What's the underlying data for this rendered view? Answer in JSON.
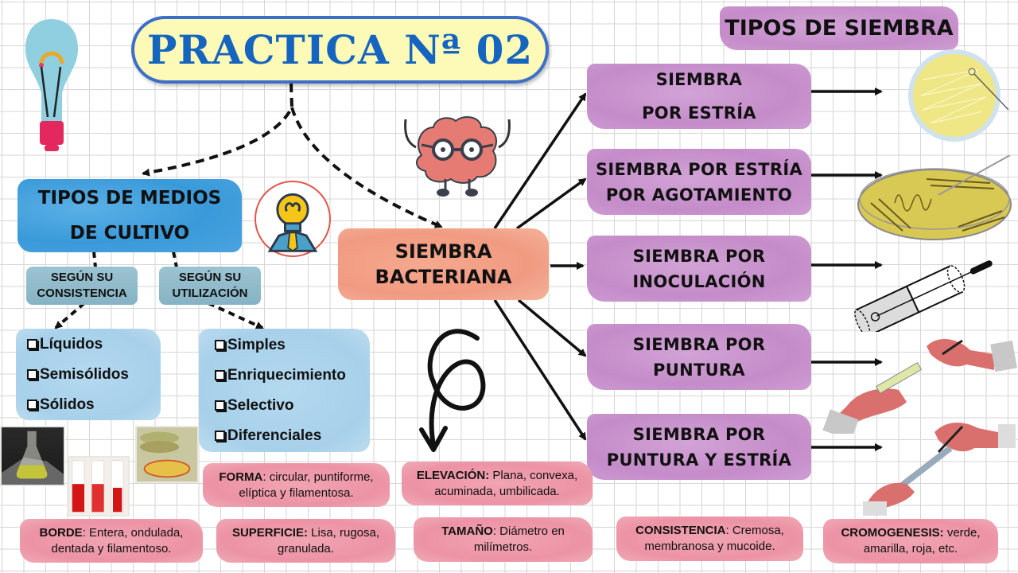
{
  "title": "PRACTICA Nª 02",
  "media": {
    "title_line1": "TIPOS DE MEDIOS",
    "title_line2": "DE CULTIVO",
    "by_consistency": {
      "line1": "SEGÚN SU",
      "line2": "CONSISTENCIA"
    },
    "by_use": {
      "line1": "SEGÚN SU",
      "line2": "UTILIZACIÓN"
    },
    "consistency_items": [
      "Líquidos",
      "Semisólidos",
      "Sólidos"
    ],
    "use_items": [
      "Simples",
      "Enriquecimiento",
      "Selectivo",
      "Diferenciales"
    ]
  },
  "center": {
    "line1": "SIEMBRA",
    "line2": "BACTERIANA"
  },
  "types": {
    "title": "TIPOS DE SIEMBRA",
    "items": [
      {
        "line1": "SIEMBRA",
        "line2": "POR ESTRÍA"
      },
      {
        "line1": "SIEMBRA POR ESTRÍA",
        "line2": "POR AGOTAMIENTO"
      },
      {
        "line1": "SIEMBRA POR",
        "line2": "INOCULACIÓN"
      },
      {
        "line1": "SIEMBRA POR",
        "line2": "PUNTURA"
      },
      {
        "line1": "SIEMBRA POR",
        "line2": "PUNTURA Y ESTRÍA"
      }
    ]
  },
  "characteristics": {
    "forma": {
      "label": "FORMA",
      "sep": ": ",
      "line1": "circular, puntiforme,",
      "line2": "elíptica y filamentosa."
    },
    "elevacion": {
      "label": "ELEVACIÓN:",
      "sep": " ",
      "line1": "Plana, convexa,",
      "line2": "acuminada, umbilicada."
    },
    "borde": {
      "label": "BORDE",
      "sep": ": ",
      "line1": "Entera, ondulada,",
      "line2": "dentada y filamentoso."
    },
    "superficie": {
      "label": "SUPERFICIE:",
      "sep": " ",
      "line1": "Lisa, rugosa,",
      "line2": "granulada."
    },
    "tamano": {
      "label": "TAMAÑO",
      "sep": ": ",
      "line1": "Diámetro en",
      "line2": "milímetros."
    },
    "consistencia": {
      "label": "CONSISTENCIA",
      "sep": ": ",
      "line1": "Cremosa,",
      "line2": "membranosa y mucoide."
    },
    "cromogenesis": {
      "label": "CROMOGENESIS:",
      "sep": " ",
      "line1": "verde,",
      "line2": "amarilla, roja, etc."
    }
  },
  "colors": {
    "title_text": "#1565c0",
    "title_bg": "#fdf9b6",
    "title_border": "#3b6fc9",
    "blue_wash": "#3a9ad9",
    "purple_wash": "#c48cc9",
    "orange_wash": "#f19a82",
    "pink_wash": "#ec93a5"
  }
}
